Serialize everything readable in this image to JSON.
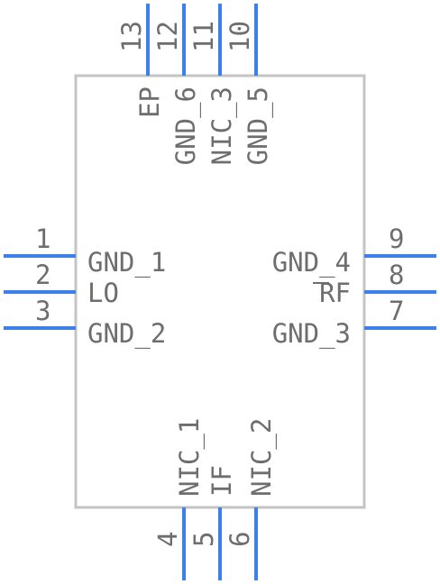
{
  "component": {
    "top_pins": [
      {
        "number": "13",
        "label": "EP"
      },
      {
        "number": "12",
        "label": "GND_6"
      },
      {
        "number": "11",
        "label": "NIC_3"
      },
      {
        "number": "10",
        "label": "GND_5"
      }
    ],
    "left_pins": [
      {
        "number": "1",
        "label": "GND_1"
      },
      {
        "number": "2",
        "label": "LO"
      },
      {
        "number": "3",
        "label": "GND_2"
      }
    ],
    "right_pins": [
      {
        "number": "9",
        "label": "GND_4"
      },
      {
        "number": "8",
        "label": "RF"
      },
      {
        "number": "7",
        "label": "GND_3"
      }
    ],
    "bottom_pins": [
      {
        "number": "4",
        "label": "NIC_1"
      },
      {
        "number": "5",
        "label": "IF"
      },
      {
        "number": "6",
        "label": "NIC_2"
      }
    ]
  },
  "colors": {
    "pin": "#3c82e6",
    "outline": "#c4c4c4",
    "text": "#6e6e6e"
  }
}
